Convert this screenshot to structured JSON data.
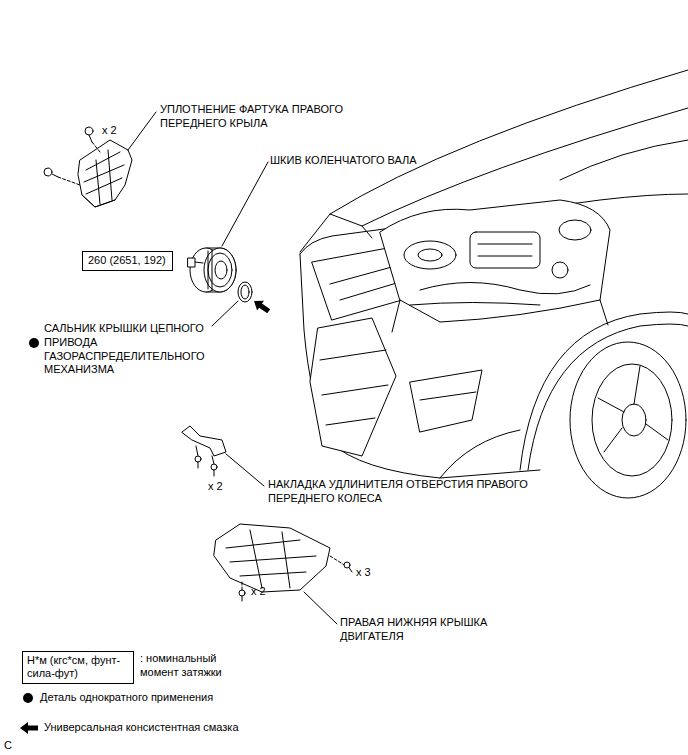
{
  "diagram": {
    "nodes": [
      {
        "text": [
          "260 (2651, 192)"
        ]
      },
      {
        "text": [
          "Н*м (кгс*см, фунт-сила-фут)"
        ]
      }
    ],
    "edges": [],
    "labels": [
      "УПЛОТНЕНИЕ ФАРТУКА ПРАВОГО ПЕРЕДНЕГО КРЫЛА",
      "x 2",
      "ШКИВ КОЛЕНЧАТОГО ВАЛА",
      "САЛЬНИК КРЫШКИ ЦЕПНОГО ПРИВОДА ГАЗОРАСПРЕДЕЛИТЕЛЬНОГО МЕХАНИЗМА",
      "НАКЛАДКА УДЛИНИТЕЛЯ ОТВЕРСТИЯ ПРАВОГО ПЕРЕДНЕГО КОЛЕСА",
      "x 2",
      "x 3",
      "x 2",
      "ПРАВАЯ НИЖНЯЯ КРЫШКА ДВИГАТЕЛЯ",
      "C"
    ],
    "legend": [
      {
        "text": ": номинальный момент затяжки"
      },
      {
        "text": "Деталь однократного применения"
      },
      {
        "text": "Универсальная консистентная смазка"
      }
    ]
  }
}
